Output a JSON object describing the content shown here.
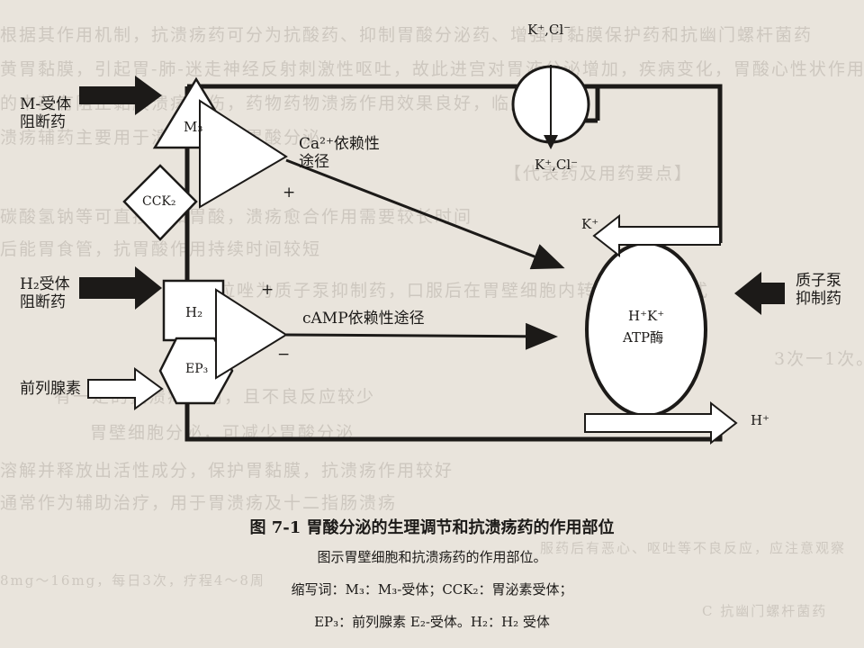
{
  "background_text": [
    "根据其作用机制，抗溃疡药可分为抗酸药、抑制胃酸分泌药、增强胃黏膜保护药和抗幽门螺杆菌药",
    "黄胃黏膜，引起胃-肺-迷走神经反射刺激性呕吐，故此进宫对胃液分泌增加，疾病变化，胃酸心性状作用",
    "的中药有阻止黏膜溃疡损伤，药物药物溃疡作用效果良好，临床上常用",
    "溃疡辅药主要用于溃疡，调节胃酸分泌",
    "【代表药及用药要点】",
    "碳酸氢钠等可直接中和胃酸，溃疡愈合作用需要较长时间",
    "后能胃食管，抗胃酸作用持续时间较短",
    "奥美拉唑为质子泵抑制药，口服后在胃壁细胞内转化为活性形式",
    "3次一1次。",
    "有一定的抗溃疡作用，且不良反应较少",
    "胃壁细胞分泌，可减少胃酸分泌",
    "溶解并释放出活性成分，保护胃黏膜，抗溃疡作用较好",
    "通常作为辅助治疗，用于胃溃疡及十二指肠溃疡",
    "服药后有恶心、呕吐等不良反应，应注意观察",
    "8mg～16mg，每日3次，疗程4～8周",
    "C 抗幽门螺杆菌药"
  ],
  "diagram": {
    "left_labels": {
      "m_blocker": [
        "M-受体",
        "阻断药"
      ],
      "h2_blocker": [
        "H₂受体",
        "阻断药"
      ],
      "prostaglandin": "前列腺素"
    },
    "right_labels": {
      "ppi": [
        "质子泵",
        "抑制药"
      ]
    },
    "receptors": {
      "m3": "M₃",
      "cck2": "CCK₂",
      "h2": "H₂",
      "ep3": "EP₃"
    },
    "pathways": {
      "ca": [
        "Ca²⁺依赖性",
        "途径"
      ],
      "camp": "cAMP依赖性途径"
    },
    "signs": {
      "plus_ca": "+",
      "plus_h2": "+",
      "minus_ep3": "−"
    },
    "channel": {
      "top_ions": "K⁺,Cl⁻",
      "bottom_ions": "K⁺,Cl⁻"
    },
    "pump": {
      "line1": "H⁺K⁺",
      "line2": "ATP酶",
      "k_in": "K⁺",
      "h_out": "H⁺"
    }
  },
  "caption": {
    "title": "图 7-1    胃酸分泌的生理调节和抗溃疡药的作用部位",
    "line1": "图示胃壁细胞和抗溃疡药的作用部位。",
    "line2": "缩写词：M₃：M₃-受体；CCK₂：胃泌素受体；",
    "line3": "EP₃：前列腺素 E₂-受体。H₂：H₂ 受体"
  }
}
